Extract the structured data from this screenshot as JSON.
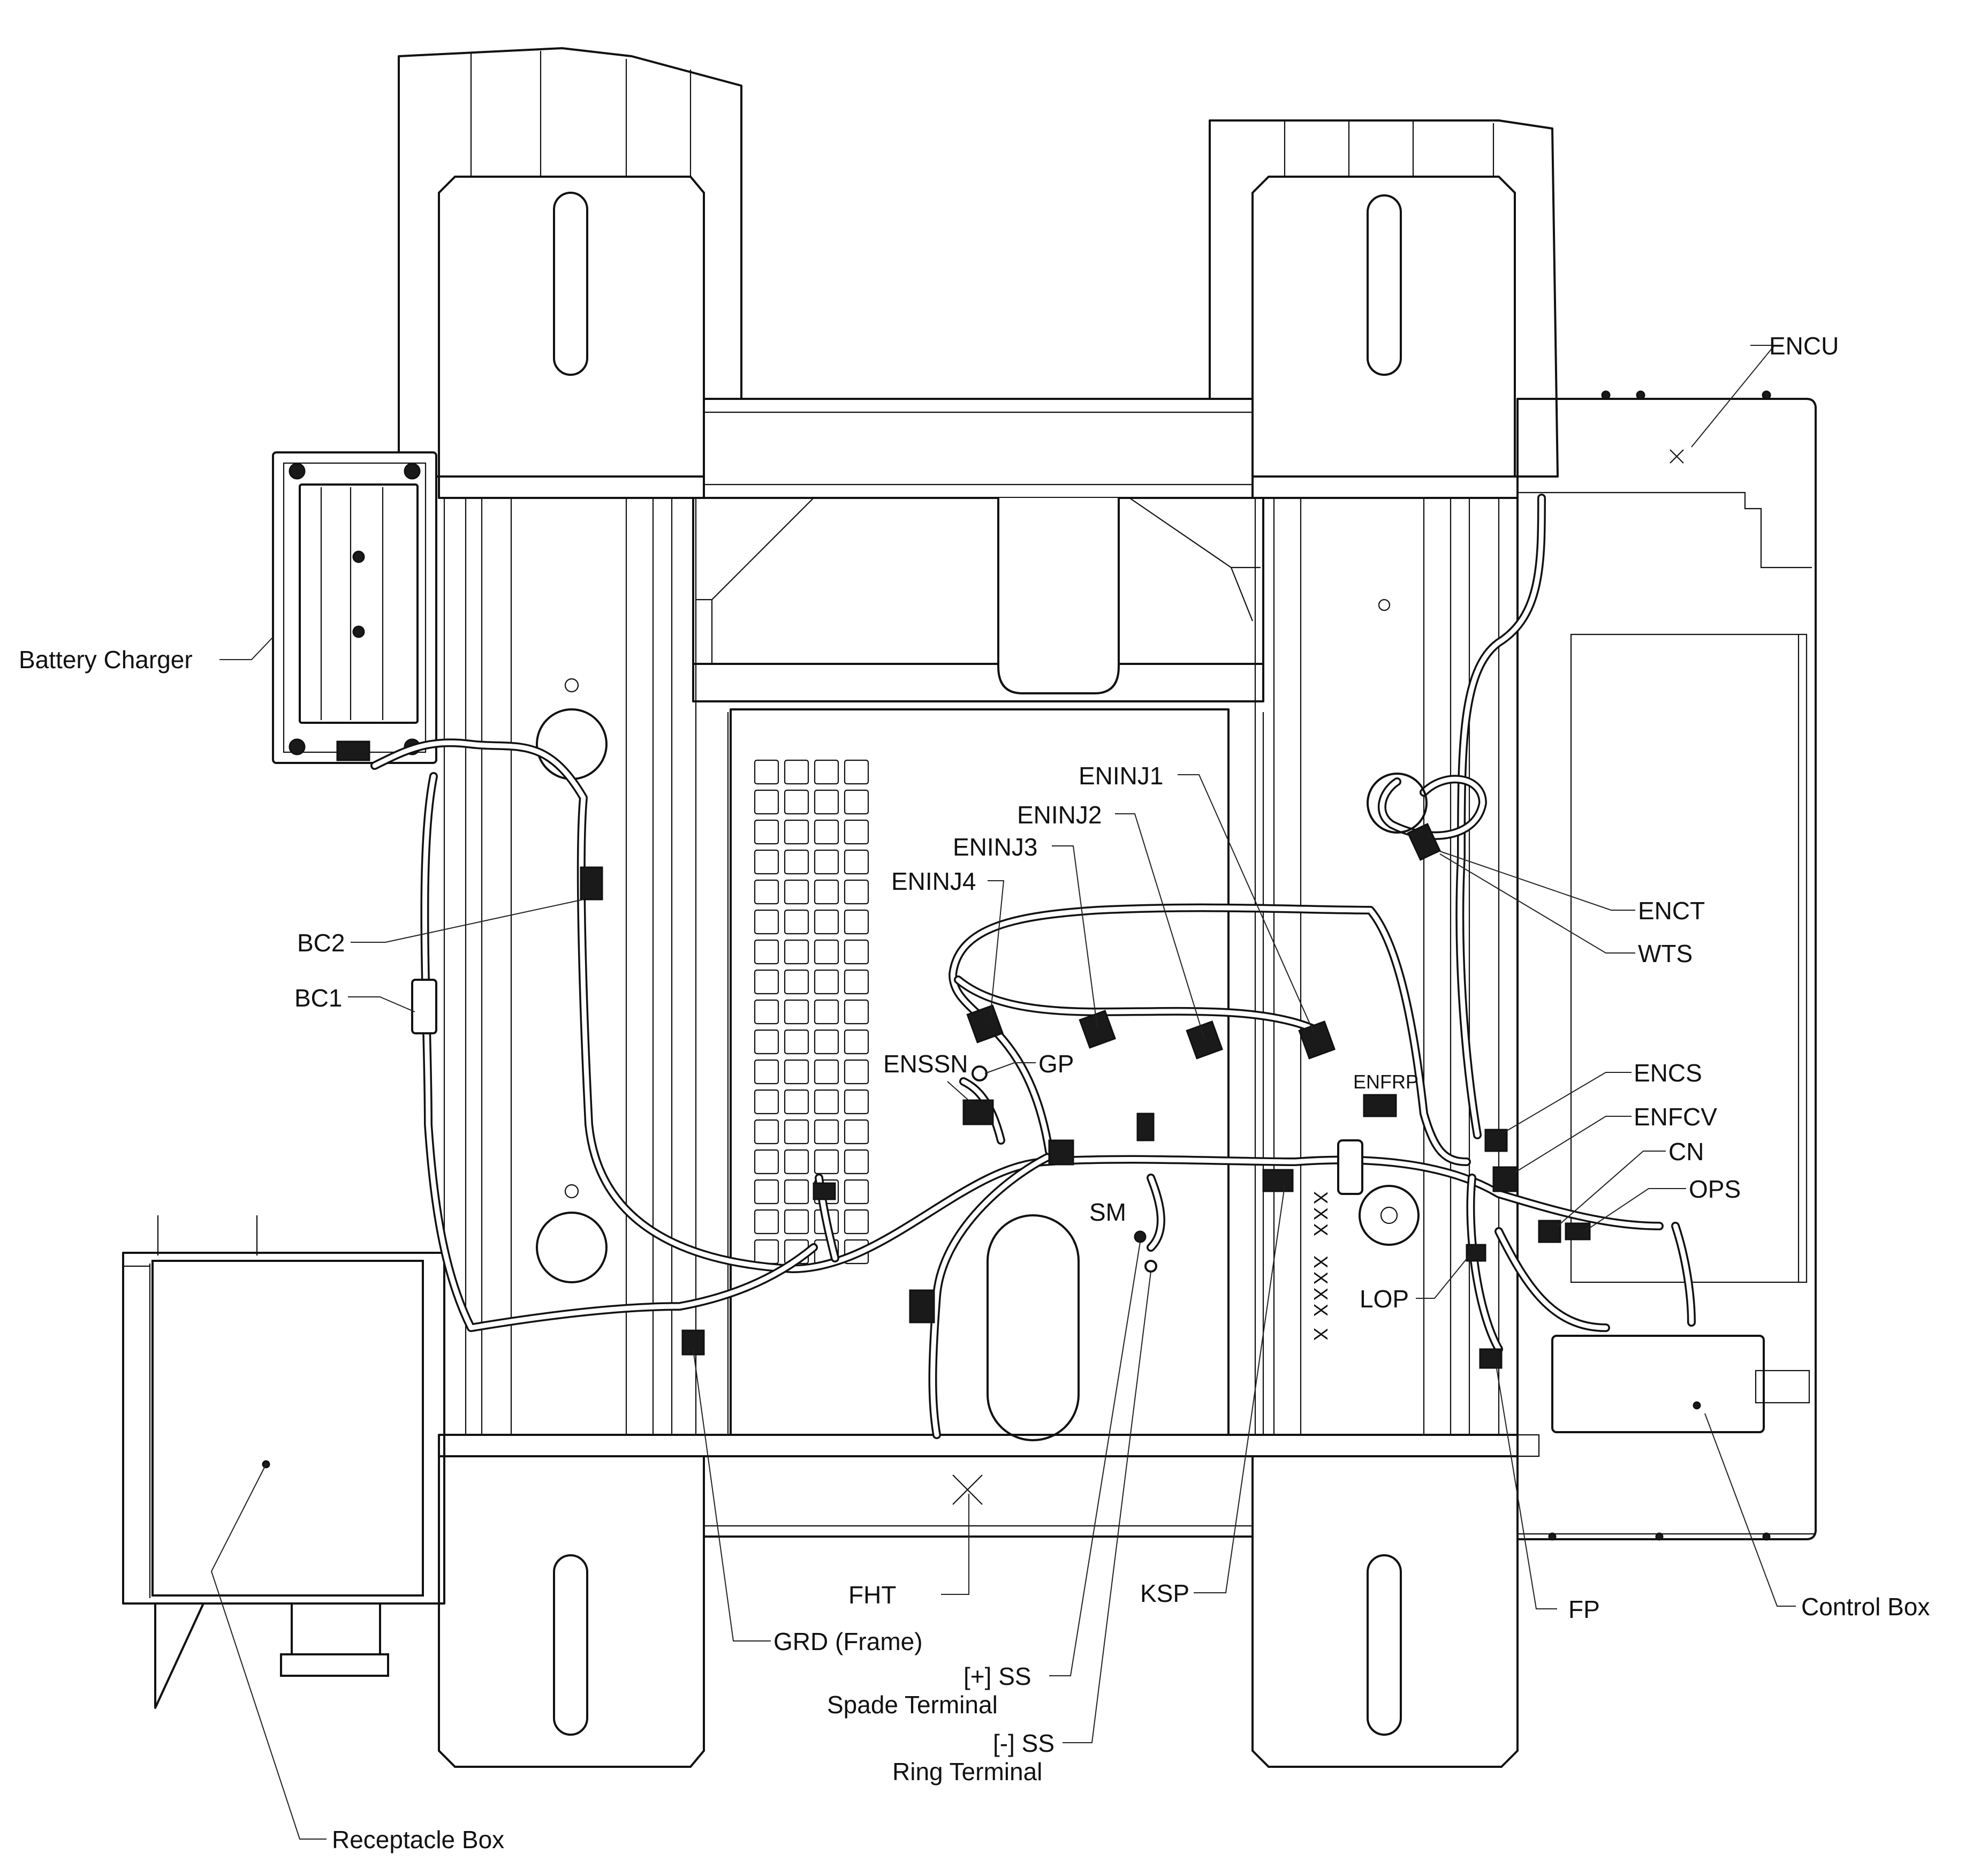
{
  "labels": {
    "encu": "ENCU",
    "battery_charger": "Battery Charger",
    "eninj1": "ENINJ1",
    "eninj2": "ENINJ2",
    "eninj3": "ENINJ3",
    "eninj4": "ENINJ4",
    "enct": "ENCT",
    "wts": "WTS",
    "bc2": "BC2",
    "bc1": "BC1",
    "enssn": "ENSSN",
    "gp": "GP",
    "enfrp": "ENFRP",
    "encs": "ENCS",
    "enfcv": "ENFCV",
    "cn": "CN",
    "ops": "OPS",
    "sm": "SM",
    "lop": "LOP",
    "fht": "FHT",
    "grd": "GRD (Frame)",
    "ksp": "KSP",
    "fp": "FP",
    "control_box": "Control Box",
    "pos_ss": "[+] SS",
    "spade_terminal": "Spade Terminal",
    "neg_ss": "[-] SS",
    "ring_terminal": "Ring Terminal",
    "receptacle_box": "Receptacle Box"
  },
  "markings": {
    "ksp_row1": "XXX",
    "ksp_row2": "XXXX",
    "ksp_row3": "X"
  }
}
